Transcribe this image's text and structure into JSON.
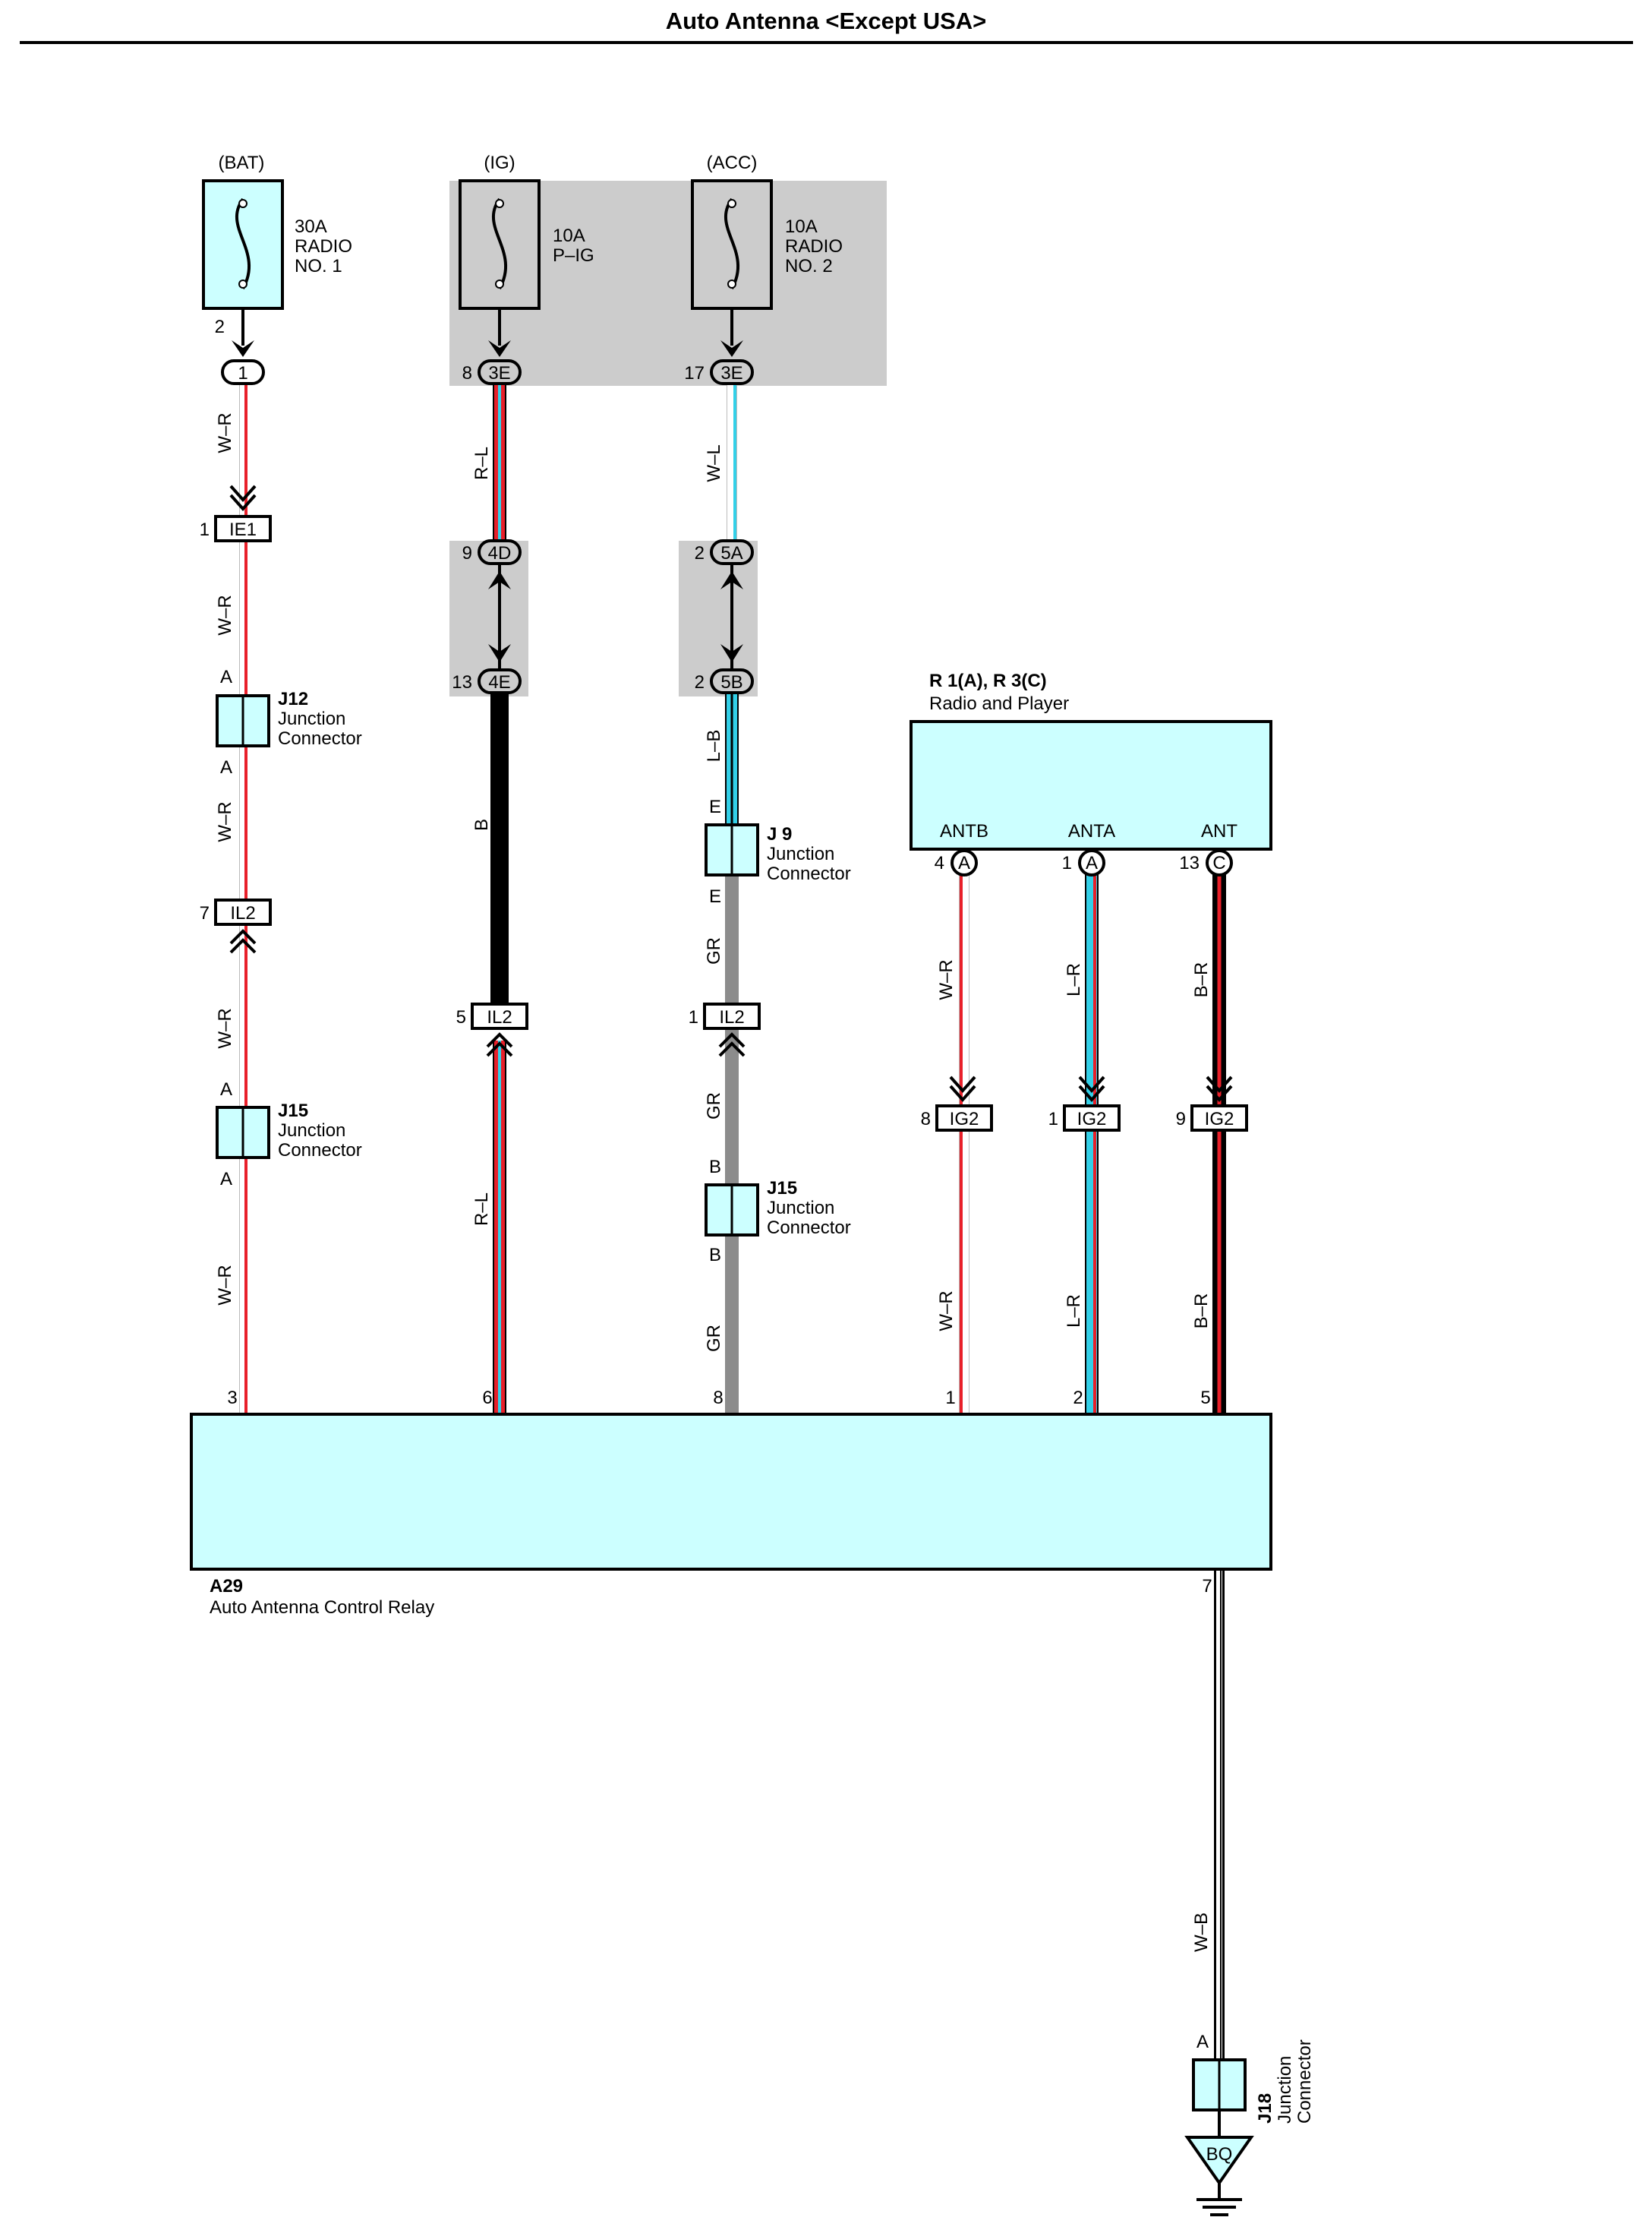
{
  "title": "Auto Antenna <Except USA>",
  "colors": {
    "relay_fill": "#ccffff",
    "shade": "#cccccc",
    "red": "#e8202a",
    "blue": "#33d0e8",
    "gray": "#8c8c8c"
  },
  "fuses": [
    {
      "id": "bat",
      "source": "(BAT)",
      "amp": "30A",
      "name1": "RADIO",
      "name2": "NO. 1",
      "pin": "2"
    },
    {
      "id": "ig",
      "source": "(IG)",
      "amp": "10A",
      "name1": "P–IG",
      "name2": ""
    },
    {
      "id": "acc",
      "source": "(ACC)",
      "amp": "10A",
      "name1": "RADIO",
      "name2": "NO. 2"
    }
  ],
  "connectors": {
    "c1": {
      "label": "1"
    },
    "ig_3e": {
      "pin": "8",
      "label": "3E"
    },
    "acc_3e": {
      "pin": "17",
      "label": "3E"
    },
    "ie1": {
      "pin": "1",
      "label": "IE1"
    },
    "c4d": {
      "pin": "9",
      "label": "4D"
    },
    "c4e": {
      "pin": "13",
      "label": "4E"
    },
    "c5a": {
      "pin": "2",
      "label": "5A"
    },
    "c5b": {
      "pin": "2",
      "label": "5B"
    },
    "il2_a": {
      "pin": "7",
      "label": "IL2"
    },
    "il2_b": {
      "pin": "5",
      "label": "IL2"
    },
    "il2_c": {
      "pin": "1",
      "label": "IL2"
    },
    "ig2_a": {
      "pin": "8",
      "label": "IG2"
    },
    "ig2_b": {
      "pin": "1",
      "label": "IG2"
    },
    "ig2_c": {
      "pin": "9",
      "label": "IG2"
    }
  },
  "junctions": {
    "j12": {
      "code": "J12",
      "name1": "Junction",
      "name2": "Connector",
      "top": "A",
      "bottom": "A"
    },
    "j15a": {
      "code": "J15",
      "name1": "Junction",
      "name2": "Connector",
      "top": "A",
      "bottom": "A"
    },
    "j9": {
      "code": "J 9",
      "name1": "Junction",
      "name2": "Connector",
      "top": "E",
      "bottom": "E"
    },
    "j15b": {
      "code": "J15",
      "name1": "Junction",
      "name2": "Connector",
      "top": "B",
      "bottom": "B"
    },
    "j18": {
      "code": "J18",
      "name1": "Junction",
      "name2": "Connector",
      "top": "A"
    }
  },
  "wires": {
    "c1_wr1": "W–R",
    "c1_wr2": "W–R",
    "c1_wr3": "W–R",
    "c1_wr4": "W–R",
    "c1_wr5": "W–R",
    "c2_rl1": "R–L",
    "c2_b": "B",
    "c2_rl2": "R–L",
    "c3_wl": "W–L",
    "c3_lb": "L–B",
    "c3_gr1": "GR",
    "c3_gr2": "GR",
    "c3_gr3": "GR",
    "c4_wr1": "W–R",
    "c4_wr2": "W–R",
    "c5_lr1": "L–R",
    "c5_lr2": "L–R",
    "c6_br1": "B–R",
    "c6_br2": "B–R",
    "wb": "W–B"
  },
  "radio": {
    "code": "R 1(A), R 3(C)",
    "name": "Radio and Player",
    "terminals": [
      {
        "name": "ANTB",
        "pin": "4",
        "conn": "A"
      },
      {
        "name": "ANTA",
        "pin": "1",
        "conn": "A"
      },
      {
        "name": "ANT",
        "pin": "13",
        "conn": "C"
      }
    ]
  },
  "relay": {
    "code": "A29",
    "name": "Auto Antenna Control Relay",
    "pins": [
      "3",
      "6",
      "8",
      "1",
      "2",
      "5"
    ],
    "out_pin": "7"
  },
  "ground": {
    "label": "BQ"
  }
}
